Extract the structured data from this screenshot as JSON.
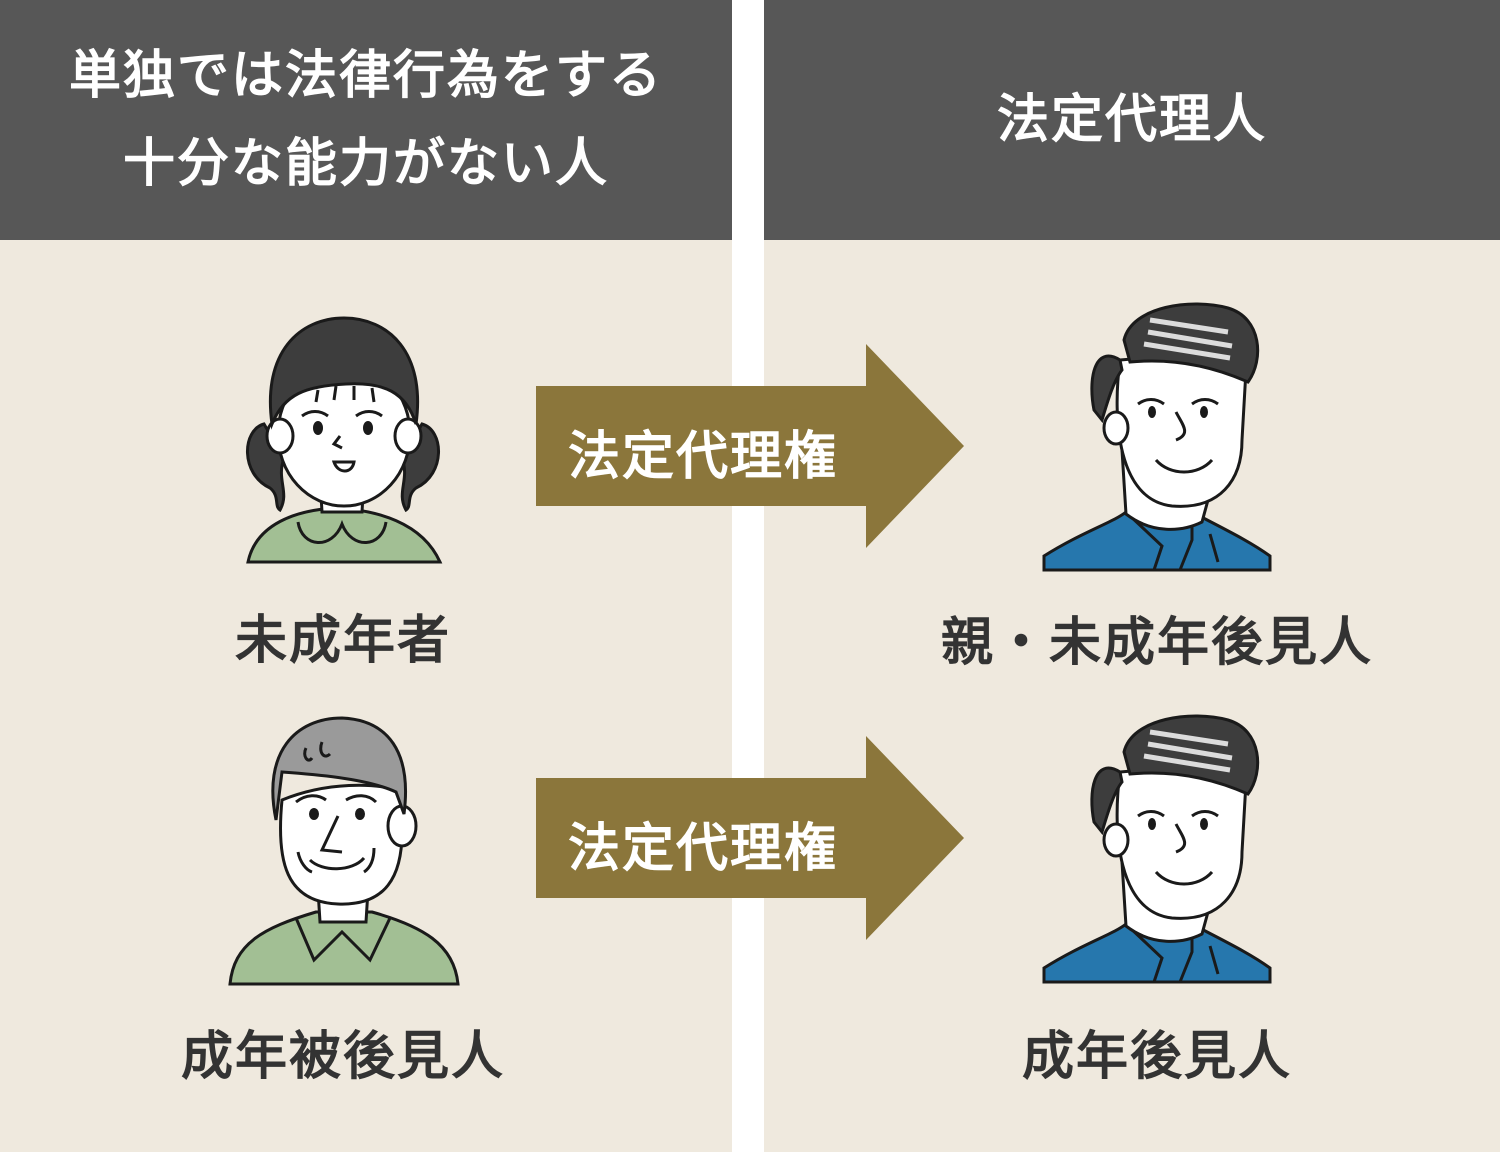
{
  "colors": {
    "header_bg": "#575757",
    "panel_bg": "#efe9de",
    "arrow": "#8b763b",
    "shirt_green": "#a2bf94",
    "shirt_blue": "#2677ad",
    "hair_dark": "#3d3d3d",
    "hair_gray": "#9a9a9a"
  },
  "left": {
    "header_line1": "単独では法律行為をする",
    "header_line2": "十分な能力がない人",
    "top_label": "未成年者",
    "bottom_label": "成年被後見人"
  },
  "right": {
    "header": "法定代理人",
    "top_label": "親・未成年後見人",
    "bottom_label": "成年後見人"
  },
  "arrows": [
    {
      "label": "法定代理権"
    },
    {
      "label": "法定代理権"
    }
  ],
  "icons": {
    "girl": "girl-child-icon",
    "elderly": "elderly-man-icon",
    "guardian": "adult-man-icon"
  }
}
